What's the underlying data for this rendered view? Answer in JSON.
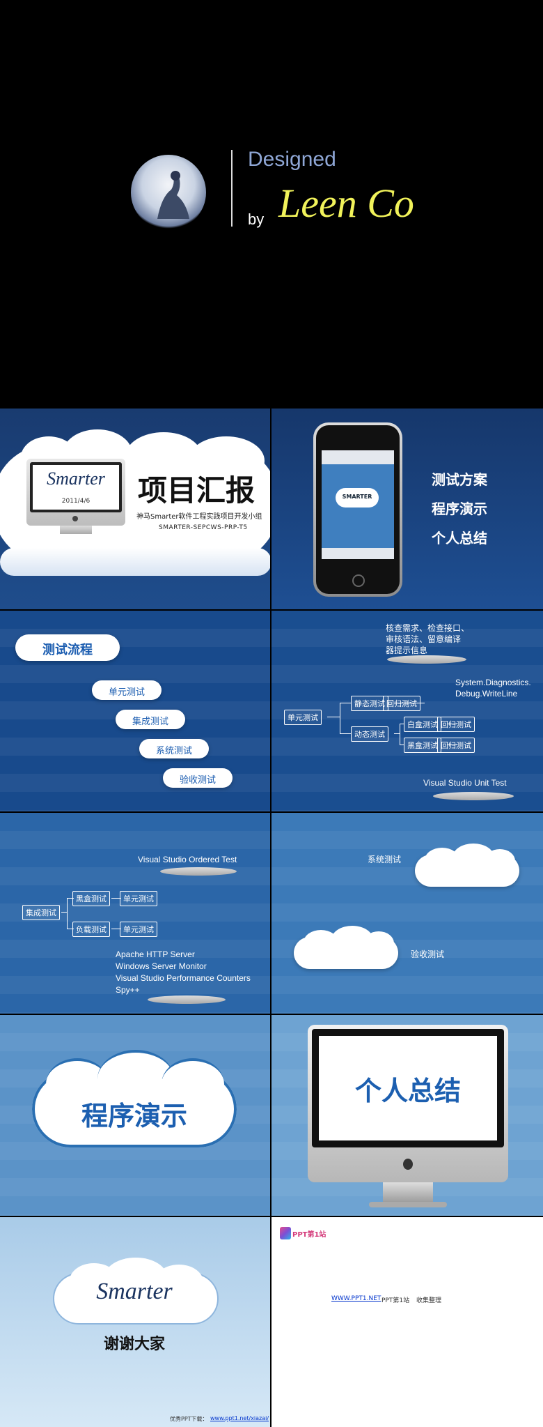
{
  "title_slide": {
    "designed": "Designed",
    "by": "by",
    "signature": "Leen Co"
  },
  "slide2": {
    "logo": "Smarter",
    "date": "2011/4/6",
    "title": "项目汇报",
    "subtitle": "神马Smarter软件工程实践项目开发小组",
    "code": "SMARTER-SEPCWS-PRP-T5"
  },
  "slide3": {
    "phone_label": "SMARTER",
    "menu": [
      "测试方案",
      "程序演示",
      "个人总结"
    ]
  },
  "slide4": {
    "items": [
      "测试流程",
      "单元测试",
      "集成测试",
      "系统测试",
      "验收测试"
    ]
  },
  "slide5": {
    "top_note": [
      "核查需求、检查接口、",
      "审核语法、留意编译",
      "器提示信息"
    ],
    "right_note": [
      "System.Diagnostics.",
      "Debug.WriteLine"
    ],
    "root": "单元测试",
    "static": "静态测试",
    "dynamic": "动态测试",
    "regress1": "回归测试",
    "white": "白盒测试",
    "black": "黑盒测试",
    "regress2": "回归测试",
    "regress3": "回归测试",
    "bottom_note": "Visual Studio Unit Test"
  },
  "slide6": {
    "top_note": "Visual Studio Ordered Test",
    "root": "集成测试",
    "black": "黑盒测试",
    "load": "负载测试",
    "unit1": "单元测试",
    "unit2": "单元测试",
    "tools": [
      "Apache HTTP Server",
      "Windows Server Monitor",
      "Visual Studio Performance Counters",
      "Spy++"
    ]
  },
  "slide7": {
    "system": "系统测试",
    "acceptance": "验收测试"
  },
  "slide8": {
    "title": "程序演示"
  },
  "slide9": {
    "title": "个人总结"
  },
  "slide10": {
    "logo": "Smarter",
    "thanks": "谢谢大家",
    "footer_prefix": "优秀PPT下载：",
    "footer_link": "www.ppt1.net/xiazai/"
  },
  "slide11": {
    "logo_text": "PPT第1站",
    "link": "WWW.PPT1.NET",
    "site": "PPT第1站",
    "collect": "收集整理"
  }
}
